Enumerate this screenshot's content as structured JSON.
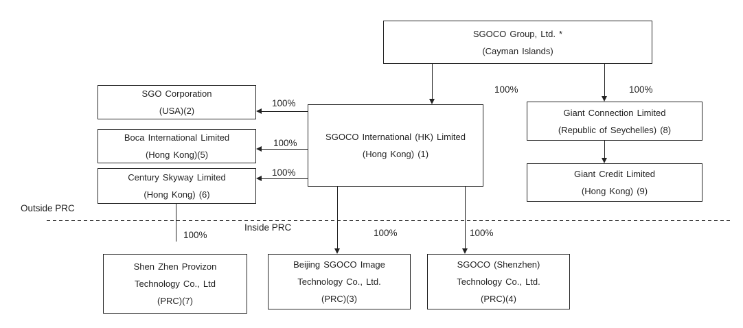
{
  "regions": {
    "outside_prc": "Outside PRC",
    "inside_prc": "Inside PRC"
  },
  "nodes": {
    "sgoco_group": {
      "line1": "SGOCO Group, Ltd. *",
      "line2": "(Cayman Islands)"
    },
    "sgo_corporation": {
      "line1": "SGO Corporation",
      "line2": "(USA)(2)"
    },
    "boca_international": {
      "line1": "Boca International Limited",
      "line2": "(Hong Kong)(5)"
    },
    "century_skyway": {
      "line1": "Century Skyway Limited",
      "line2": "(Hong Kong) (6)"
    },
    "sgoco_international": {
      "line1": "SGOCO International (HK) Limited",
      "line2": "(Hong Kong) (1)"
    },
    "giant_connection": {
      "line1": "Giant Connection Limited",
      "line2": "(Republic of Seychelles) (8)"
    },
    "giant_credit": {
      "line1": "Giant Credit Limited",
      "line2": "(Hong Kong) (9)"
    },
    "shenzhen_provizon": {
      "line1": "Shen Zhen Provizon",
      "line2": "Technology Co., Ltd",
      "line3": "(PRC)(7)"
    },
    "beijing_sgoco": {
      "line1": "Beijing SGOCO Image",
      "line2": "Technology Co., Ltd.",
      "line3": "(PRC)(3)"
    },
    "sgoco_shenzhen": {
      "line1": "SGOCO (Shenzhen)",
      "line2": "Technology Co., Ltd.",
      "line3": "(PRC)(4)"
    }
  },
  "ownership_labels": {
    "group_to_international": "100%",
    "group_to_giant_connection": "100%",
    "international_to_sgo": "100%",
    "international_to_boca": "100%",
    "international_to_century": "100%",
    "international_to_beijing": "100%",
    "international_to_shenzhen": "100%",
    "century_to_provizon": "100%"
  },
  "colors": {
    "line": "#222222",
    "text": "#1f1f1f",
    "background": "#ffffff"
  }
}
